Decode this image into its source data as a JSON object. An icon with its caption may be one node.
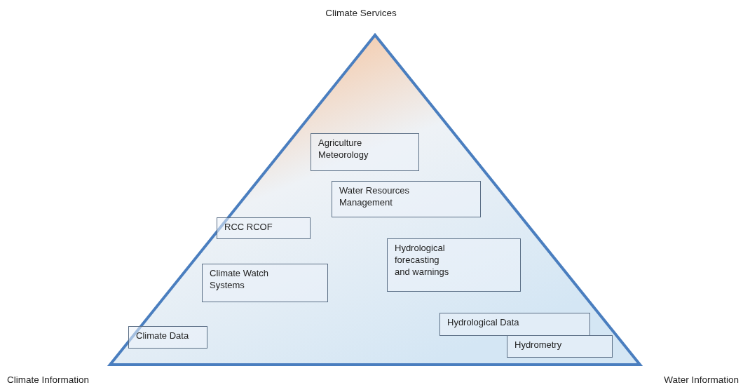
{
  "diagram": {
    "nodes": [
      {
        "text": [],
        "shape": "triangle"
      },
      {
        "text": [
          "Agriculture Meteorology"
        ],
        "in": 0
      },
      {
        "text": [
          "Water Resources Management"
        ],
        "in": 0
      },
      {
        "text": [
          "RCC RCOF"
        ],
        "in": 0
      },
      {
        "text": [
          "Hydrological forecasting and warnings"
        ],
        "in": 0
      },
      {
        "text": [
          "Climate Watch Systems"
        ],
        "in": 0
      },
      {
        "text": [
          "Hydrological Data"
        ],
        "in": 0
      },
      {
        "text": [
          "Climate Data"
        ],
        "in": 0
      },
      {
        "text": [
          "Hydrometry"
        ],
        "in": 0
      }
    ],
    "edges": [],
    "labels": [
      "Climate Services",
      "Climate Information",
      "Water Information"
    ]
  }
}
